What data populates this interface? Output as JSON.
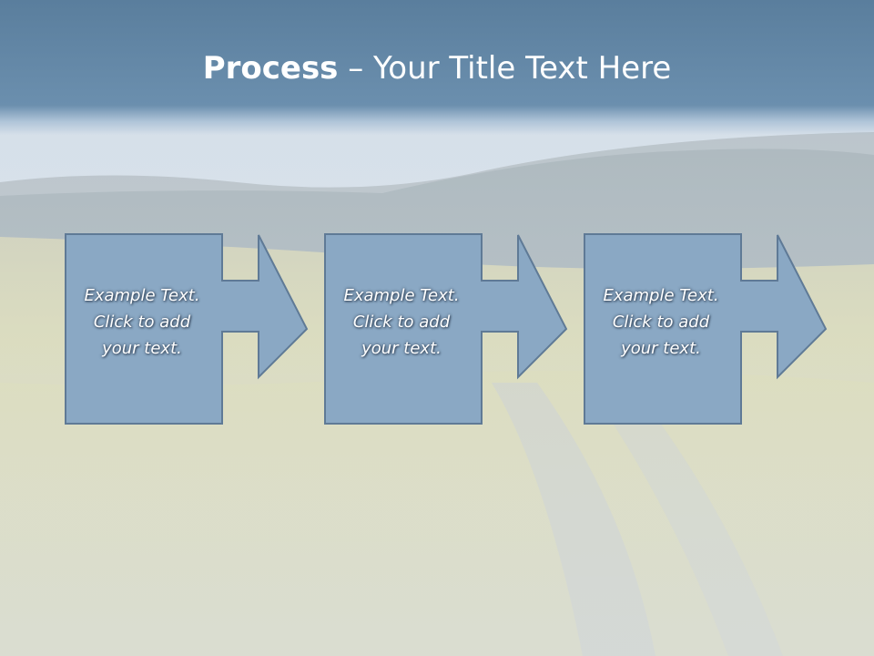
{
  "slide": {
    "title_strong": "Process",
    "title_rest": " – Your Title Text Here"
  },
  "steps": [
    {
      "lines": [
        "Example Text.",
        "Click  to add",
        "your text."
      ]
    },
    {
      "lines": [
        "Example Text.",
        "Click  to add",
        "your text."
      ]
    },
    {
      "lines": [
        "Example Text.",
        "Click  to add",
        "your text."
      ]
    }
  ],
  "colors": {
    "title_bar": "#6b8fae",
    "box_fill": "#8aa8c4",
    "box_stroke": "#5f7a96",
    "field_yellow": "#d8d690"
  }
}
